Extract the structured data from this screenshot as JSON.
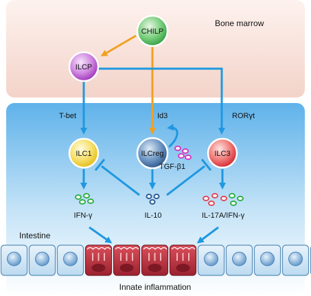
{
  "regions": {
    "bone_marrow": "Bone marrow",
    "intestine": "Intestine"
  },
  "cells": {
    "chilp": "CHILP",
    "ilcp": "ILCP",
    "ilc1": "ILC1",
    "ilcreg": "ILCreg",
    "ilc3": "ILC3"
  },
  "transcription_factors": {
    "tbet": "T-bet",
    "id3": "Id3",
    "rorgt": "RORγt"
  },
  "cytokines": {
    "tgfb1": "TGF-β1",
    "ifng": "IFN-γ",
    "il10": "IL-10",
    "il17a_ifng": "IL-17A/IFN-γ"
  },
  "outcome": "Innate inflammation",
  "colors": {
    "bone_marrow_bg": "#f6dcd4",
    "intestine_bg": "#8fc9ee",
    "blue_arrow": "#1f98e0",
    "orange_arrow": "#f0a020",
    "chilp": "#36b24a",
    "ilcp": "#b23fc8",
    "ilc1": "#f2cf1a",
    "ilcreg": "#3570a8",
    "ilc3": "#e2343a",
    "epithelium_healthy": "#cfe6f6",
    "epithelium_inflamed": "#c0343f"
  }
}
